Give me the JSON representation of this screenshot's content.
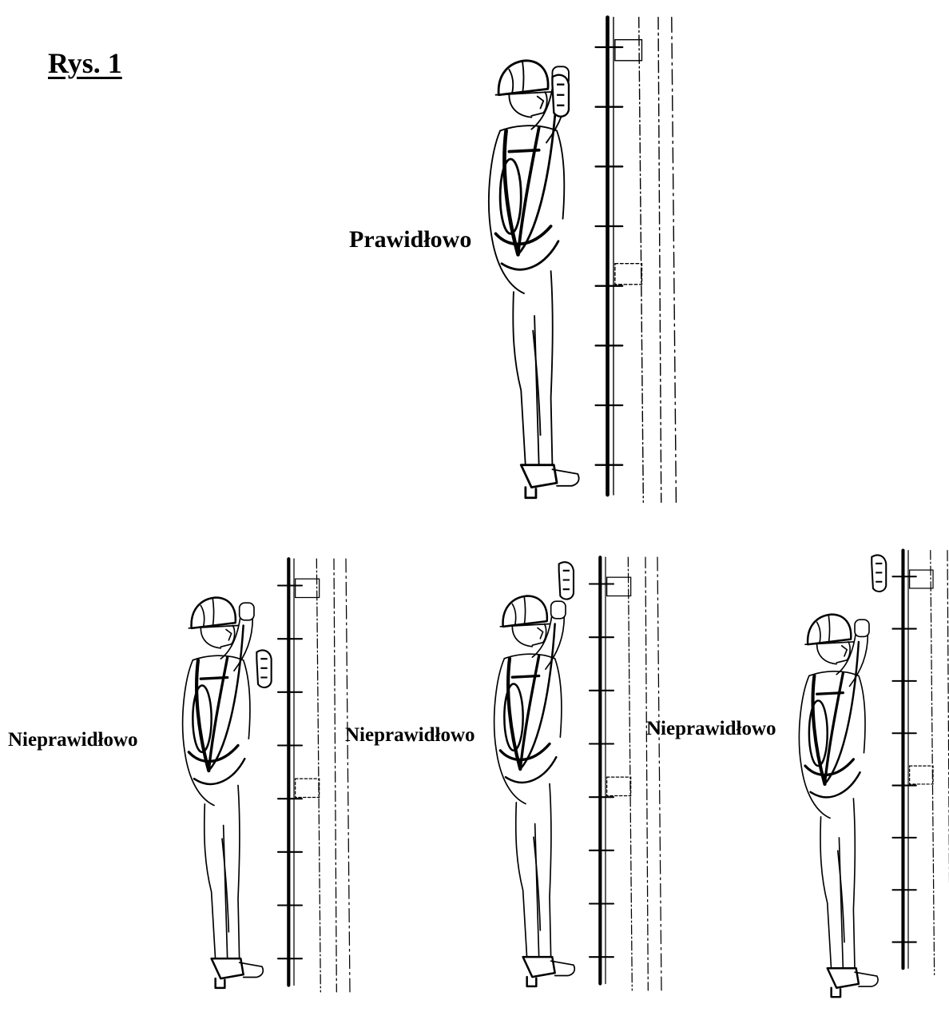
{
  "figure_title": "Rys. 1",
  "panels": [
    {
      "label": "Prawidłowo",
      "status": "correct",
      "device_position": "above-chest"
    },
    {
      "label": "Nieprawidłowo",
      "status": "incorrect",
      "device_position": "chest-level"
    },
    {
      "label": "Nieprawidłowo",
      "status": "incorrect",
      "device_position": "above-head"
    },
    {
      "label": "Nieprawidłowo",
      "status": "incorrect",
      "device_position": "far-above-head"
    }
  ],
  "colors": {
    "ink": "#000000",
    "background": "#ffffff"
  }
}
